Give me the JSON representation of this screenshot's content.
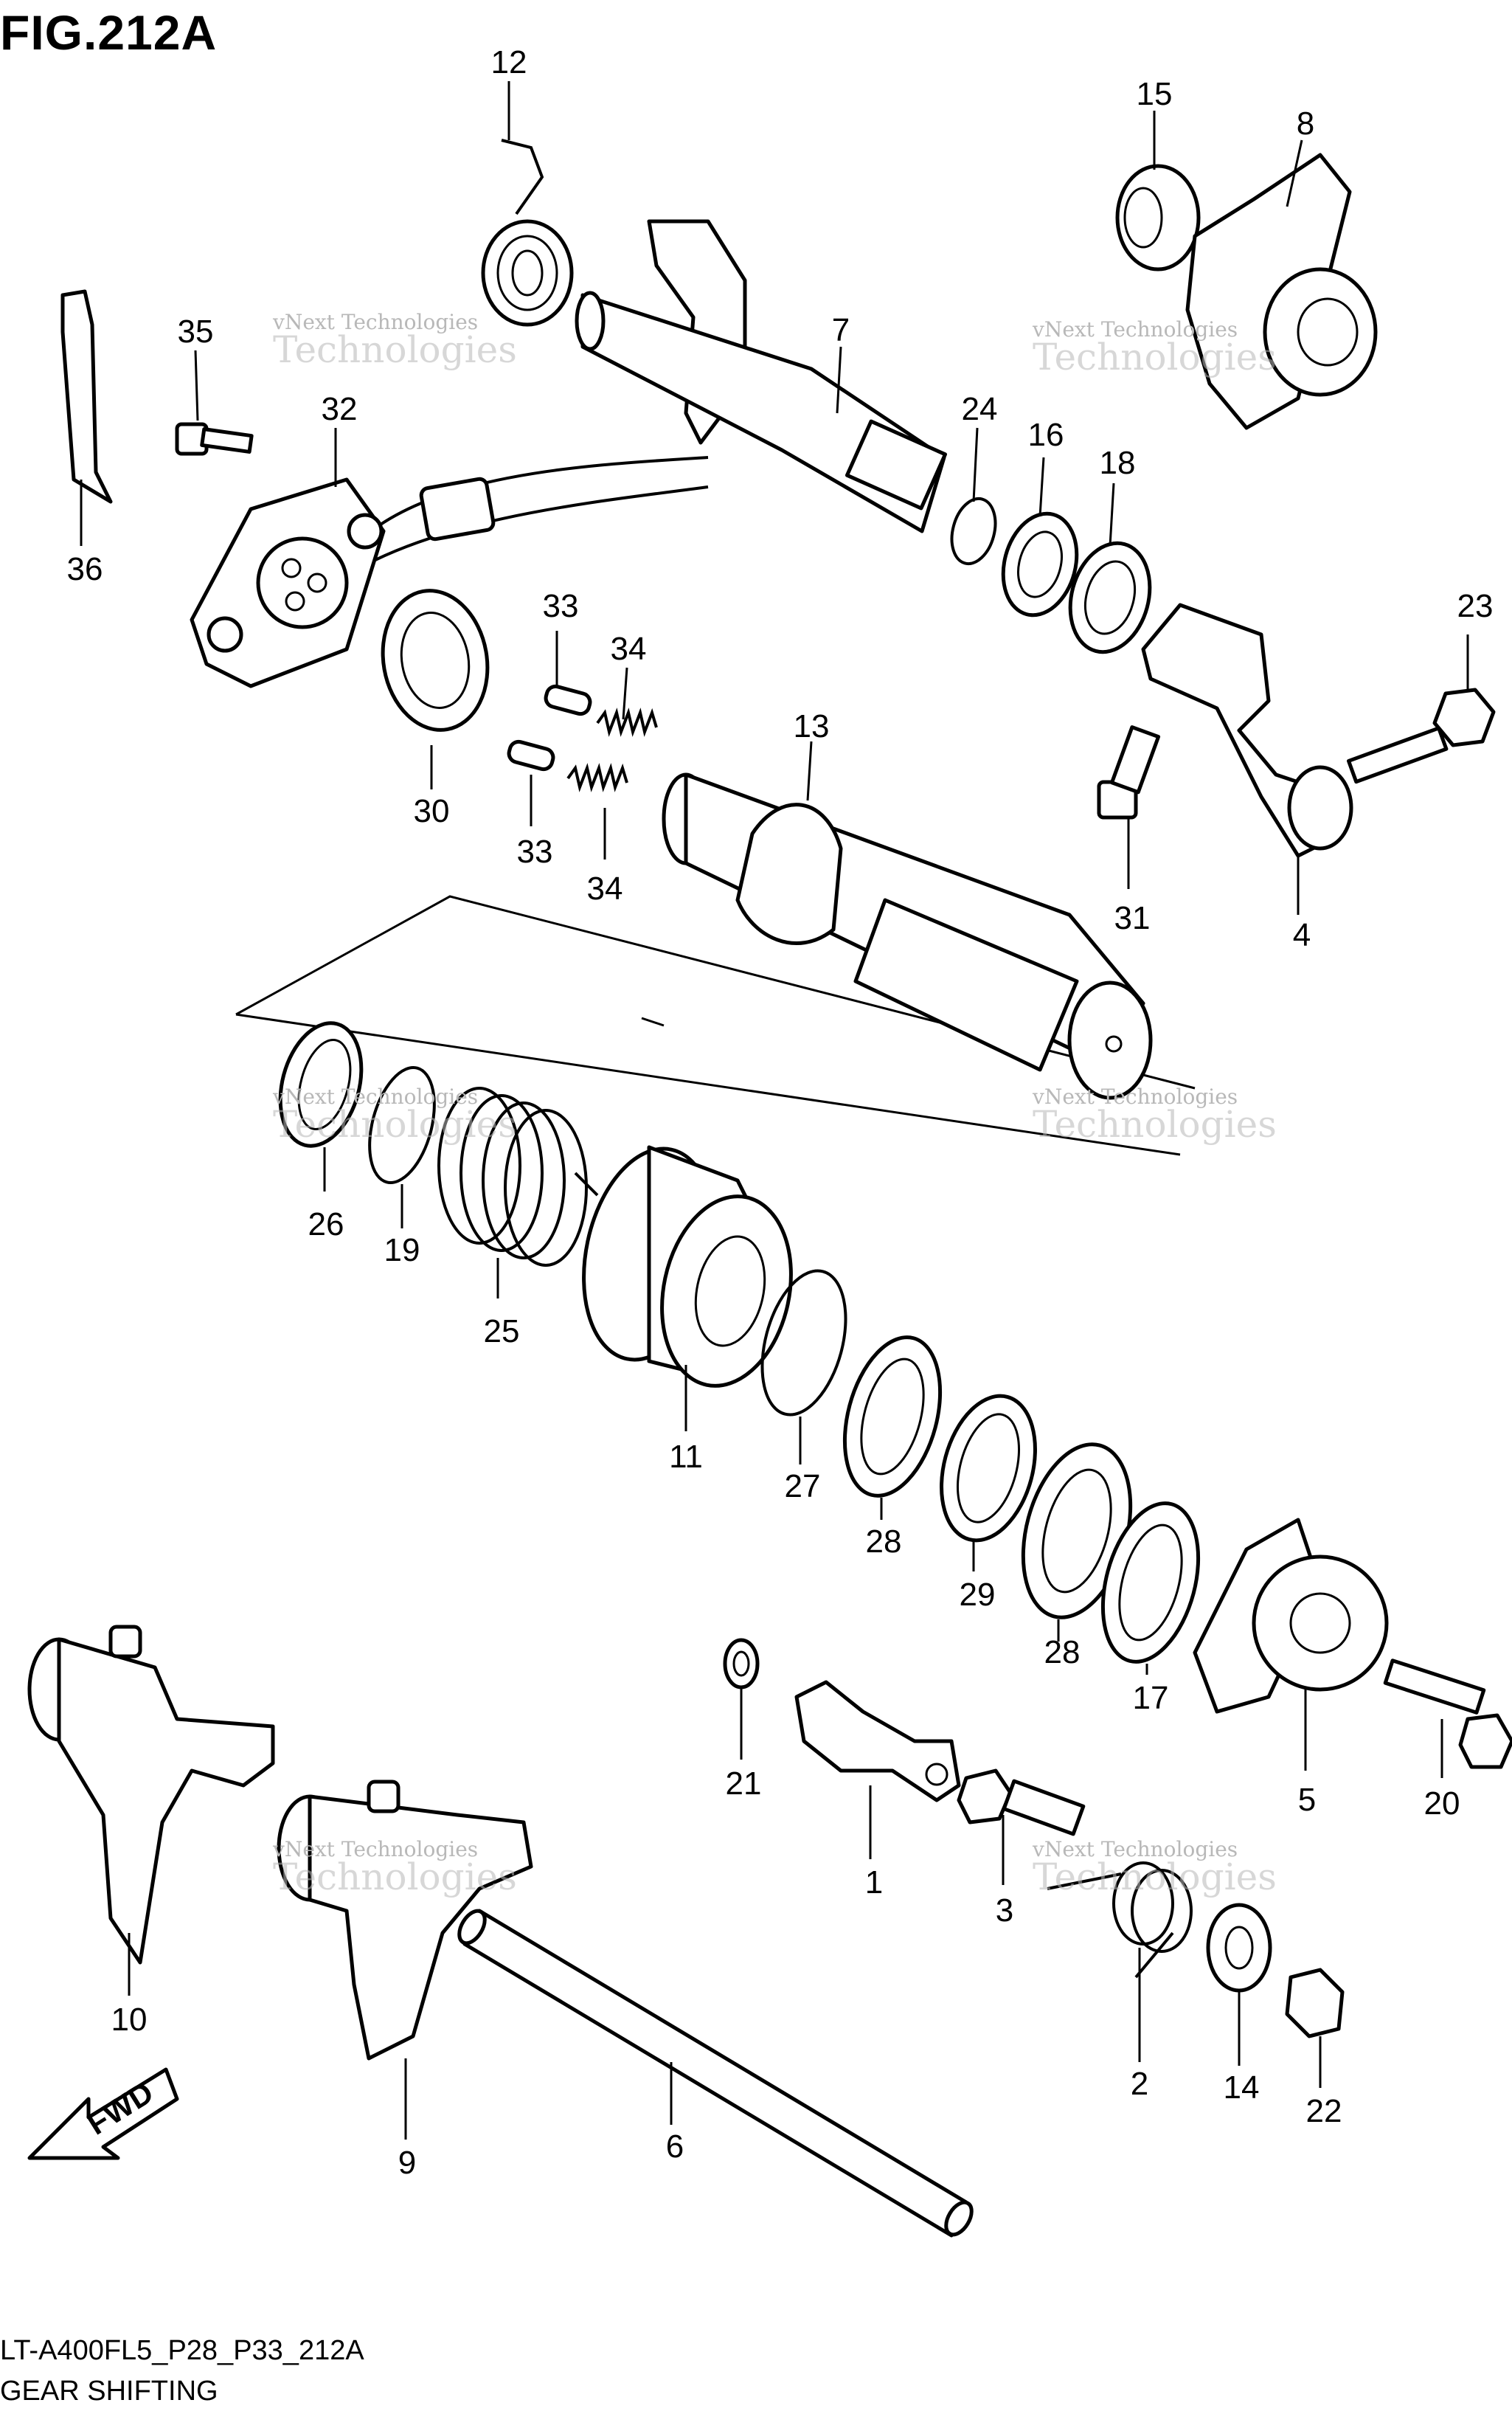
{
  "figure": {
    "title": "FIG.212A",
    "model_code": "LT-A400FL5_P28_P33_212A",
    "caption": "GEAR SHIFTING"
  },
  "watermark": {
    "line1": "vNext Technologies",
    "line2": "Technologies"
  },
  "direction_badge": "FWD",
  "callouts": [
    "12",
    "15",
    "8",
    "35",
    "32",
    "7",
    "24",
    "16",
    "18",
    "36",
    "33",
    "34",
    "23",
    "30",
    "13",
    "31",
    "4",
    "26",
    "19",
    "25",
    "11",
    "27",
    "28",
    "29",
    "17",
    "5",
    "20",
    "21",
    "1",
    "3",
    "2",
    "14",
    "22",
    "10",
    "9",
    "6"
  ]
}
